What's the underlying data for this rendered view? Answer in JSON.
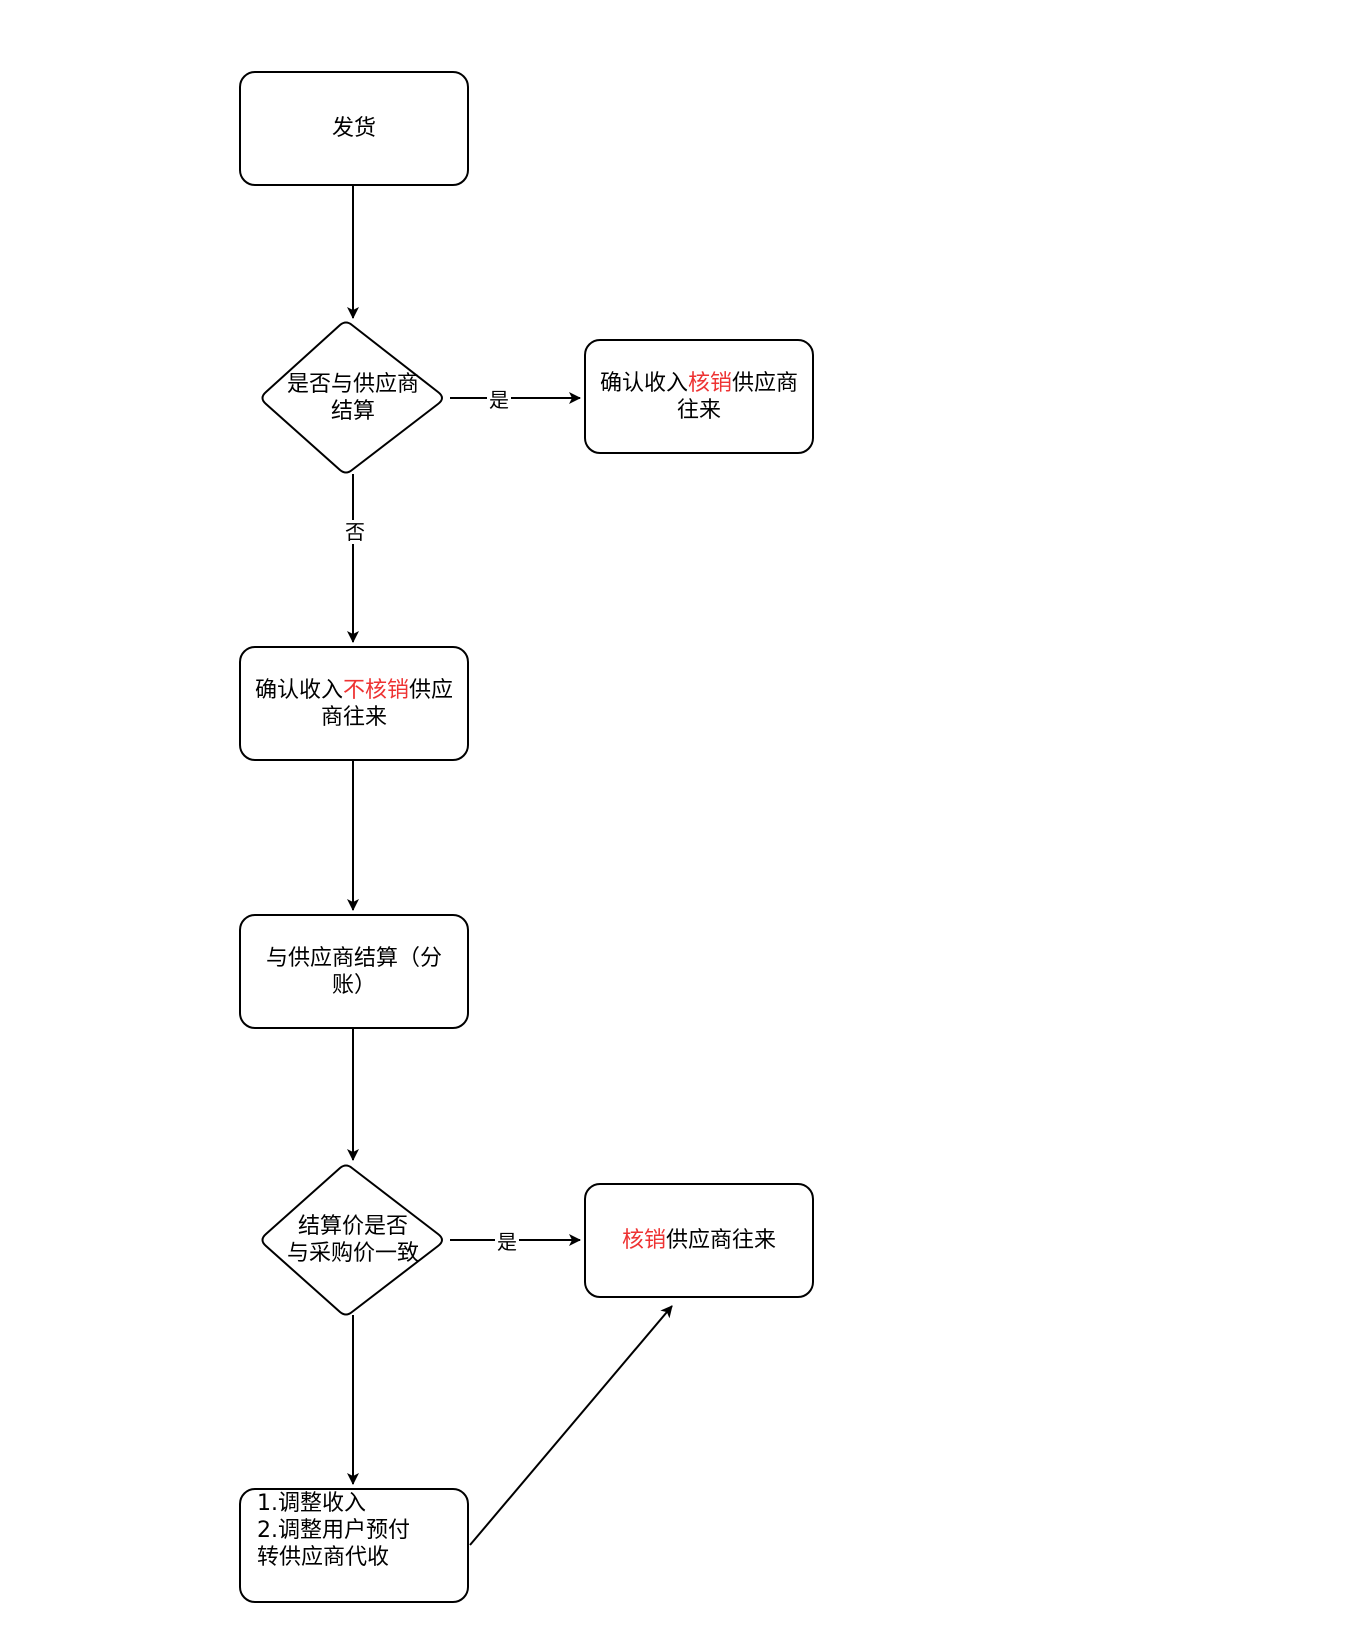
{
  "colors": {
    "stroke": "#000000",
    "highlight": "#ee3333",
    "background": "#ffffff"
  },
  "nodes": {
    "ship": {
      "text": "发货"
    },
    "decision_settle": {
      "line1": "是否与供应商",
      "line2": "结算"
    },
    "confirm_writeoff": {
      "line1_pre": "确认收入",
      "line1_red": "核销",
      "line1_post": "供应商",
      "line2": "往来"
    },
    "confirm_no_writeoff": {
      "line1_pre": "确认收入",
      "line1_red": "不核销",
      "line1_post": "供应",
      "line2": "商往来"
    },
    "settle_split": {
      "line1": "与供应商结算（分",
      "line2": "账）"
    },
    "decision_price": {
      "line1": "结算价是否",
      "line2": "与采购价一致"
    },
    "writeoff": {
      "red": "核销",
      "post": "供应商往来"
    },
    "adjust": {
      "line1": " 1.调整收入",
      "line2": " 2.调整用户预付",
      "line3": "转供应商代收"
    }
  },
  "edge_labels": {
    "settle_yes": "是",
    "settle_no": "否",
    "price_yes": "是"
  }
}
